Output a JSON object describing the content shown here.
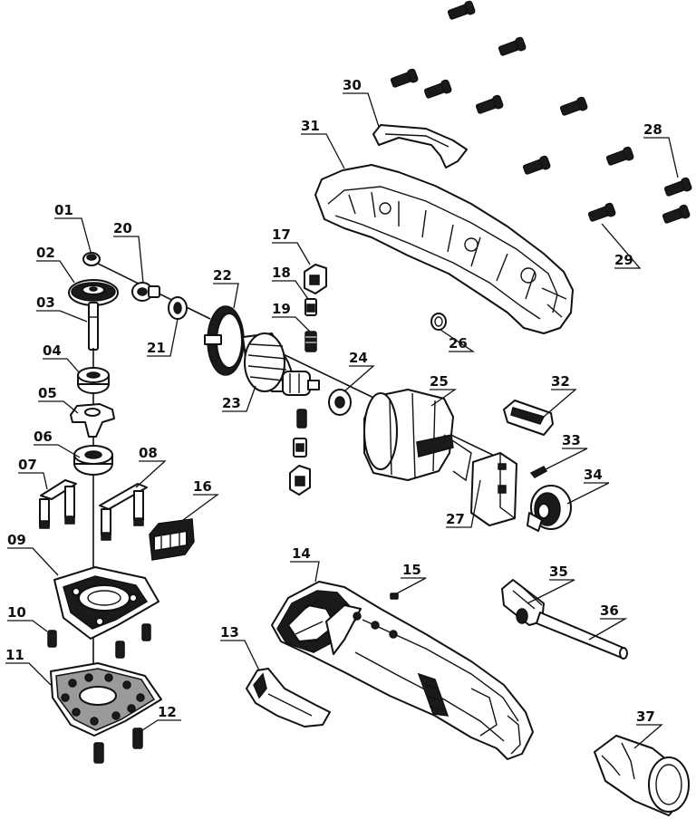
{
  "diagram": {
    "callouts": [
      "01",
      "02",
      "03",
      "04",
      "05",
      "06",
      "07",
      "08",
      "09",
      "10",
      "11",
      "12",
      "13",
      "14",
      "15",
      "16",
      "17",
      "18",
      "19",
      "20",
      "21",
      "22",
      "23",
      "24",
      "25",
      "26",
      "27",
      "28",
      "29",
      "30",
      "31",
      "32",
      "33",
      "34",
      "35",
      "36",
      "37"
    ]
  },
  "colors": {
    "ink": "#111111",
    "background": "#ffffff",
    "shade": "#9a9a9a"
  }
}
